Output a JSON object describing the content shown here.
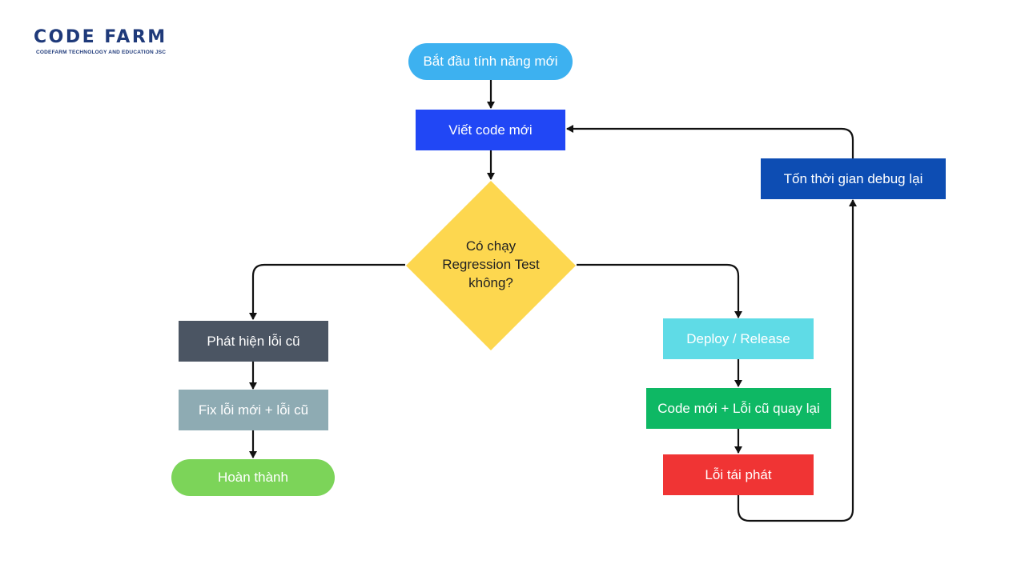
{
  "brand": {
    "name": "CODE FARM",
    "tagline": "CODEFARM TECHNOLOGY AND EDUCATION JSC"
  },
  "nodes": {
    "start": {
      "label": "Bắt đầu tính năng mới",
      "color": "#3db1f0"
    },
    "write_code": {
      "label": "Viết code mới",
      "color": "#2147f5"
    },
    "decision": {
      "line1": "Có chạy",
      "line2": "Regression Test",
      "line3": "không?",
      "color": "#fdd74f"
    },
    "detect_old_bug": {
      "label": "Phát hiện lỗi cũ",
      "color": "#4b5563"
    },
    "fix_bugs": {
      "label": "Fix lỗi mới + lỗi cũ",
      "color": "#8eabb3"
    },
    "done": {
      "label": "Hoàn thành",
      "color": "#7cd459"
    },
    "deploy": {
      "label": "Deploy / Release",
      "color": "#5fdbe6"
    },
    "bugs_return": {
      "label": "Code mới + Lỗi cũ quay lại",
      "color": "#0eb864"
    },
    "recurring": {
      "label": "Lỗi tái phát",
      "color": "#f03434"
    },
    "debug_time": {
      "label": "Tốn thời gian debug lại",
      "color": "#0d4db3"
    }
  }
}
